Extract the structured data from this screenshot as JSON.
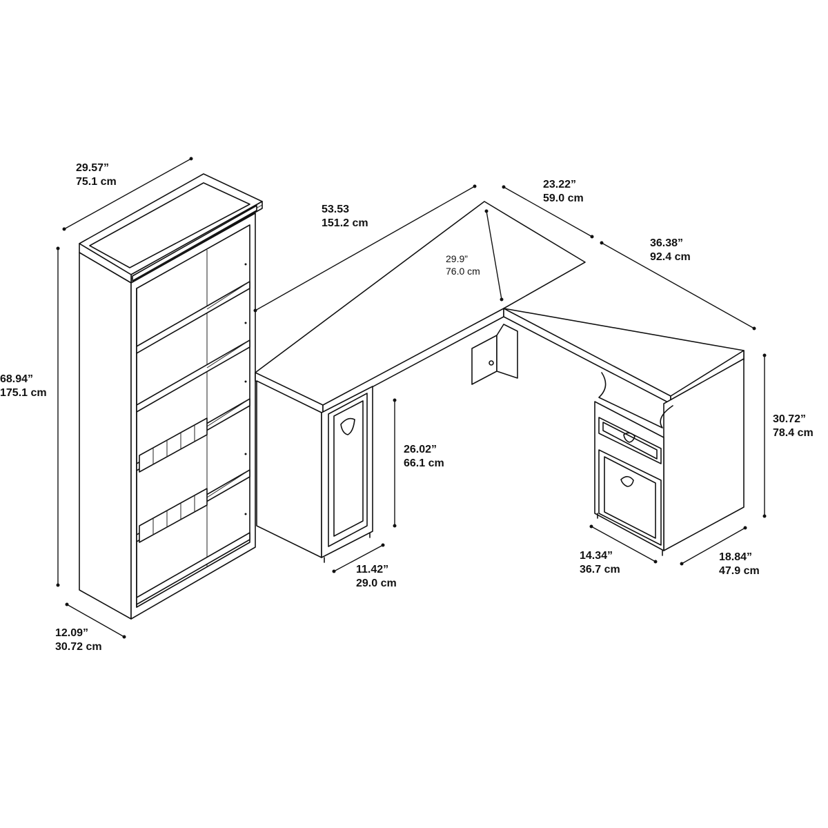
{
  "dimensions": {
    "bookcase_width": {
      "in": "29.57”",
      "cm": "75.1 cm"
    },
    "bookcase_height": {
      "in": "68.94”",
      "cm": "175.1 cm"
    },
    "bookcase_depth": {
      "in": "12.09”",
      "cm": "30.72 cm"
    },
    "desk_length": {
      "in": "53.53",
      "cm": "151.2 cm"
    },
    "desk_depth": {
      "in": "23.22”",
      "cm": "59.0 cm"
    },
    "return_length": {
      "in": "36.38”",
      "cm": "92.4 cm"
    },
    "inner_depth": {
      "in": "29.9”",
      "cm": "76.0 cm"
    },
    "desk_height": {
      "in": "30.72”",
      "cm": "78.4 cm"
    },
    "knee_height": {
      "in": "26.02”",
      "cm": "66.1 cm"
    },
    "pedestal_width": {
      "in": "11.42”",
      "cm": "29.0 cm"
    },
    "cabinet_width": {
      "in": "14.34”",
      "cm": "36.7 cm"
    },
    "cabinet_depth": {
      "in": "18.84”",
      "cm": "47.9 cm"
    }
  },
  "colors": {
    "line": "#111111",
    "background": "#ffffff"
  }
}
